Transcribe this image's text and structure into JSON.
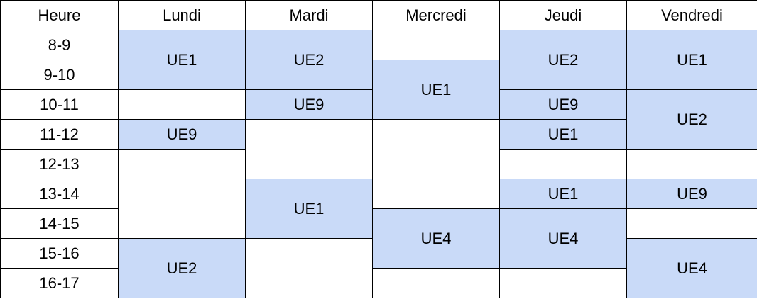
{
  "header": {
    "hour": "Heure",
    "days": [
      "Lundi",
      "Mardi",
      "Mercredi",
      "Jeudi",
      "Vendredi"
    ]
  },
  "hours": [
    "8-9",
    "9-10",
    "10-11",
    "11-12",
    "12-13",
    "13-14",
    "14-15",
    "15-16",
    "16-17"
  ],
  "colors": {
    "filled": "#c9daf8",
    "empty": "#ffffff",
    "border": "#000000"
  },
  "cells": {
    "lundi": {
      "s8_10": "UE1",
      "s10_11": "",
      "s11_12": "UE9",
      "s12_15": "",
      "s15_17": "UE2"
    },
    "mardi": {
      "s8_10": "UE2",
      "s10_11": "UE9",
      "s11_13": "",
      "s13_15": "UE1",
      "s15_17": ""
    },
    "mercredi": {
      "s8_9": "",
      "s9_11": "UE1",
      "s11_14": "",
      "s14_16": "UE4",
      "s16_17": ""
    },
    "jeudi": {
      "s8_10": "UE2",
      "s10_11": "UE9",
      "s11_12": "UE1",
      "s12_13": "",
      "s13_14": "UE1",
      "s14_16": "UE4",
      "s16_17": ""
    },
    "vendredi": {
      "s8_10": "UE1",
      "s10_12": "UE2",
      "s12_13": "",
      "s13_14": "UE9",
      "s14_15": "",
      "s15_17": "UE4"
    }
  }
}
